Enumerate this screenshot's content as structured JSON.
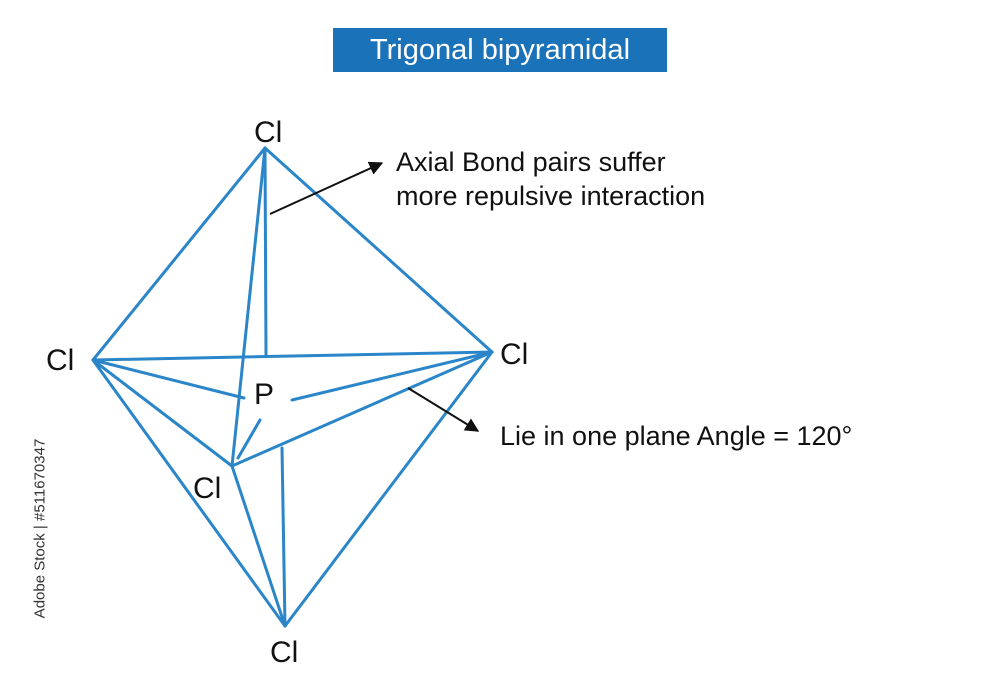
{
  "title": "Trigonal bipyramidal",
  "colors": {
    "title_bg": "#1a72b9",
    "bond_line": "#2a86c8",
    "arrow": "#111111"
  },
  "atoms": {
    "central": "P",
    "top": "Cl",
    "left": "Cl",
    "right": "Cl",
    "front": "Cl",
    "bottom": "Cl"
  },
  "annotations": {
    "axial_line1": "Axial Bond pairs suffer",
    "axial_line2": "more repulsive interaction",
    "equatorial": "Lie in one plane Angle = 120°"
  },
  "watermark_id": "Adobe Stock | #511670347"
}
